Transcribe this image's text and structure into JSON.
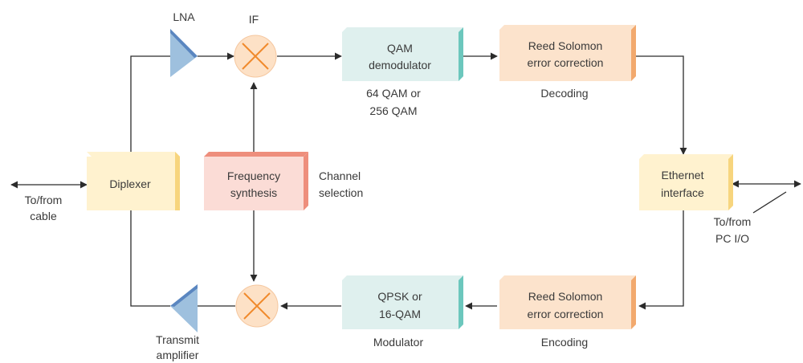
{
  "blocks": {
    "diplexer": "Diplexer",
    "freq_line1": "Frequency",
    "freq_line2": "synthesis",
    "qam_line1": "QAM",
    "qam_line2": "demodulator",
    "rs_top_line1": "Reed Solomon",
    "rs_top_line2": "error correction",
    "ethernet_line1": "Ethernet",
    "ethernet_line2": "interface",
    "qpsk_line1": "QPSK or",
    "qpsk_line2": "16-QAM",
    "rs_bottom_line1": "Reed Solomon",
    "rs_bottom_line2": "error correction"
  },
  "labels": {
    "lna": "LNA",
    "if": "IF",
    "qam_sub_line1": "64 QAM or",
    "qam_sub_line2": "256 QAM",
    "decoding": "Decoding",
    "channel_line1": "Channel",
    "channel_line2": "selection",
    "cable_line1": "To/from",
    "cable_line2": "cable",
    "pc_line1": "To/from",
    "pc_line2": "PC I/O",
    "modulator": "Modulator",
    "encoding": "Encoding",
    "transmit_line1": "Transmit",
    "transmit_line2": "amplifier"
  },
  "colors": {
    "teal_face": "#dff0ee",
    "teal_edge": "#6cc7bd",
    "orange_face": "#fce3cc",
    "orange_edge": "#f2a96e",
    "yellow_face": "#fff2cf",
    "yellow_edge": "#f7d57e",
    "red_face": "#fbdcd6",
    "red_edge": "#ee8e7c",
    "mixer_fill": "#fde1c6",
    "mixer_x": "#f08a2c",
    "amp_fill": "#9ec0de",
    "amp_edge": "#5a86c0"
  }
}
